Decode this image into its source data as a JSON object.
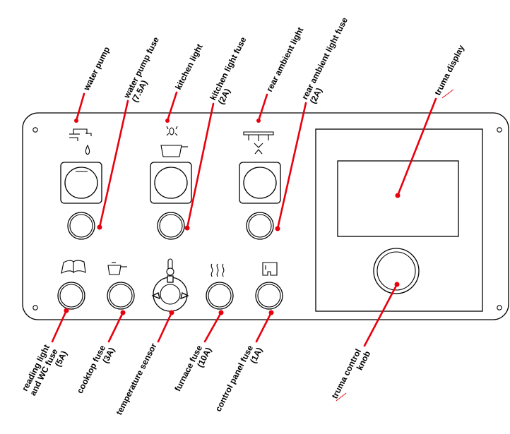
{
  "title": "",
  "colors": {
    "callout": "#e8000d",
    "outline": "#000000",
    "background": "#ffffff"
  },
  "labels": {
    "water_pump": "water pump",
    "water_pump_fuse": [
      "water pump fuse",
      "(7.5A)"
    ],
    "kitchen_light": "kitchen light",
    "kitchen_light_fuse": [
      "kitchen light fuse",
      "(2A)"
    ],
    "rear_ambient_light": "rear ambient light",
    "rear_ambient_light_fuse": [
      "rear ambient light fuse",
      "(2A)"
    ],
    "truma_display": "truma display",
    "reading_light_fuse": [
      "reading light",
      "and WC fuse",
      "(5A)"
    ],
    "cooktop_fuse": [
      "cooktop fuse",
      "(3A)"
    ],
    "temperature_sensor": "temperature sensor",
    "furnace_fuse": [
      "furnace fuse",
      "(10A)"
    ],
    "control_panel_fuse": [
      "control panel fuse",
      "(1A)"
    ],
    "truma_control_knob": [
      "truma control",
      "knob"
    ]
  },
  "icons": {
    "water_pump": "faucet-drop-icon",
    "kitchen_light": "light-pot-icon",
    "rear_ambient_light": "ceiling-light-icon",
    "reading_light": "book-icon",
    "cooktop": "pot-icon",
    "temperature": "thermometer-icon",
    "furnace": "heat-waves-icon",
    "control_panel": "panel-icon"
  }
}
